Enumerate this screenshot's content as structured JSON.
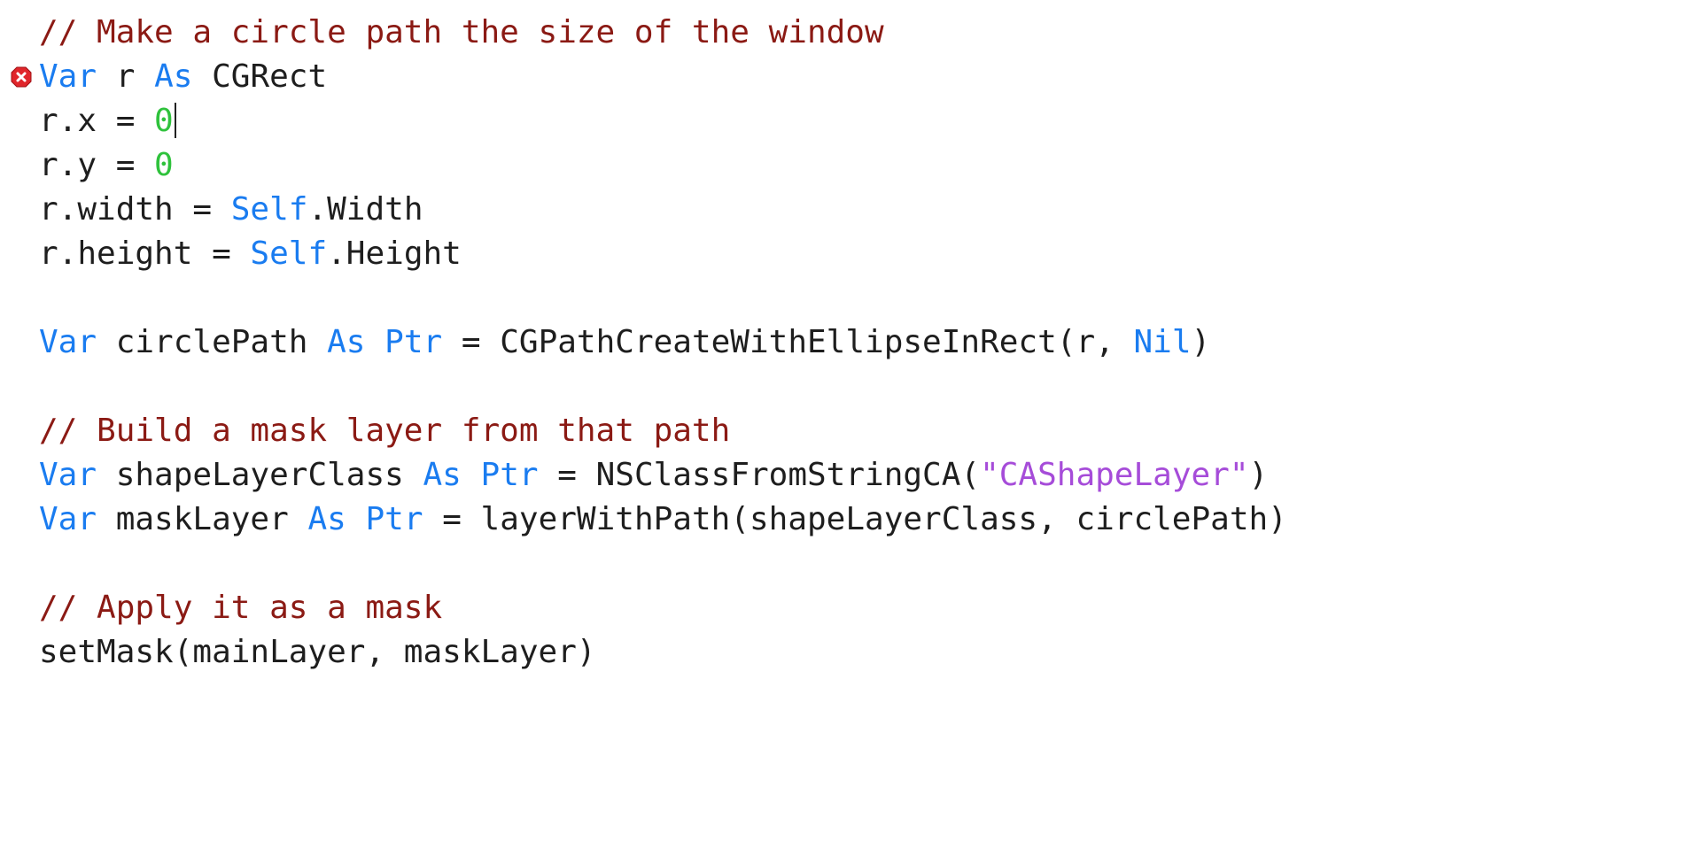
{
  "editor": {
    "colors": {
      "comment": "#8b1a14",
      "keyword": "#1a7cf0",
      "number": "#2fc23c",
      "string": "#a64cd9",
      "plain": "#1e1e1e",
      "error": "#e0262b"
    },
    "lines": [
      {
        "tokens": [
          {
            "t": "comment",
            "v": "// Make a circle path the size of the window"
          }
        ]
      },
      {
        "error": true,
        "tokens": [
          {
            "t": "keyword",
            "v": "Var"
          },
          {
            "t": "plain",
            "v": " r "
          },
          {
            "t": "keyword",
            "v": "As"
          },
          {
            "t": "plain",
            "v": " CGRect"
          }
        ]
      },
      {
        "caret": true,
        "tokens": [
          {
            "t": "plain",
            "v": "r.x = "
          },
          {
            "t": "number",
            "v": "0"
          }
        ]
      },
      {
        "tokens": [
          {
            "t": "plain",
            "v": "r.y = "
          },
          {
            "t": "number",
            "v": "0"
          }
        ]
      },
      {
        "tokens": [
          {
            "t": "plain",
            "v": "r.width = "
          },
          {
            "t": "keyword",
            "v": "Self"
          },
          {
            "t": "plain",
            "v": ".Width"
          }
        ]
      },
      {
        "tokens": [
          {
            "t": "plain",
            "v": "r.height = "
          },
          {
            "t": "keyword",
            "v": "Self"
          },
          {
            "t": "plain",
            "v": ".Height"
          }
        ]
      },
      {
        "tokens": []
      },
      {
        "tokens": [
          {
            "t": "keyword",
            "v": "Var"
          },
          {
            "t": "plain",
            "v": " circlePath "
          },
          {
            "t": "keyword",
            "v": "As"
          },
          {
            "t": "plain",
            "v": " "
          },
          {
            "t": "keyword",
            "v": "Ptr"
          },
          {
            "t": "plain",
            "v": " = CGPathCreateWithEllipseInRect(r, "
          },
          {
            "t": "keyword",
            "v": "Nil"
          },
          {
            "t": "plain",
            "v": ")"
          }
        ]
      },
      {
        "tokens": []
      },
      {
        "tokens": [
          {
            "t": "comment",
            "v": "// Build a mask layer from that path"
          }
        ]
      },
      {
        "tokens": [
          {
            "t": "keyword",
            "v": "Var"
          },
          {
            "t": "plain",
            "v": " shapeLayerClass "
          },
          {
            "t": "keyword",
            "v": "As"
          },
          {
            "t": "plain",
            "v": " "
          },
          {
            "t": "keyword",
            "v": "Ptr"
          },
          {
            "t": "plain",
            "v": " = NSClassFromStringCA("
          },
          {
            "t": "string",
            "v": "\"CAShapeLayer\""
          },
          {
            "t": "plain",
            "v": ")"
          }
        ]
      },
      {
        "tokens": [
          {
            "t": "keyword",
            "v": "Var"
          },
          {
            "t": "plain",
            "v": " maskLayer "
          },
          {
            "t": "keyword",
            "v": "As"
          },
          {
            "t": "plain",
            "v": " "
          },
          {
            "t": "keyword",
            "v": "Ptr"
          },
          {
            "t": "plain",
            "v": " = layerWithPath(shapeLayerClass, circlePath)"
          }
        ]
      },
      {
        "tokens": []
      },
      {
        "tokens": [
          {
            "t": "comment",
            "v": "// Apply it as a mask"
          }
        ]
      },
      {
        "tokens": [
          {
            "t": "plain",
            "v": "setMask(mainLayer, maskLayer)"
          }
        ]
      }
    ]
  }
}
